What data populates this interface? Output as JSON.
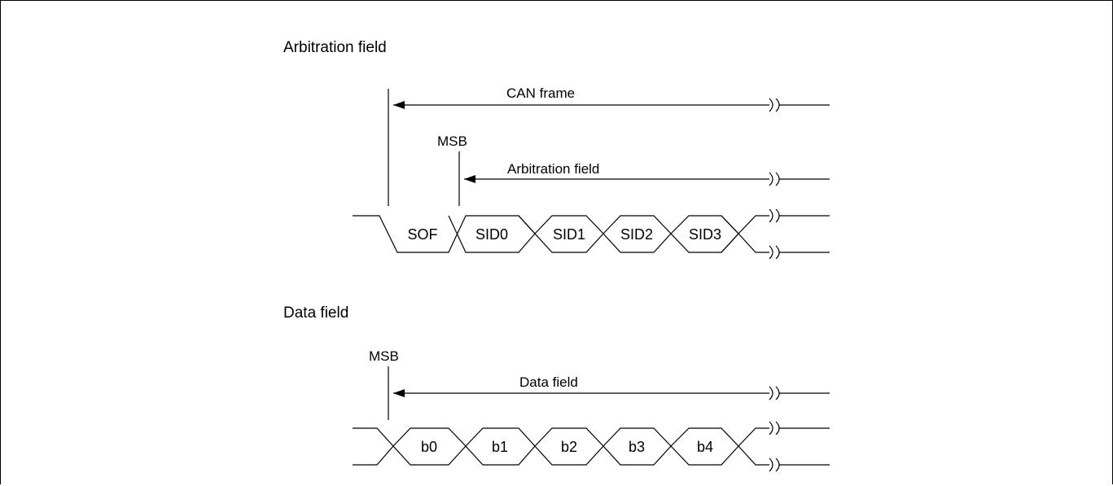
{
  "arbitration": {
    "heading": "Arbitration field",
    "can_frame_label": "CAN frame",
    "msb_label": "MSB",
    "field_label": "Arbitration field",
    "cells": [
      "SOF",
      "SID0",
      "SID1",
      "SID2",
      "SID3"
    ]
  },
  "data": {
    "heading": "Data field",
    "msb_label": "MSB",
    "field_label": "Data field",
    "cells": [
      "b0",
      "b1",
      "b2",
      "b3",
      "b4"
    ]
  }
}
